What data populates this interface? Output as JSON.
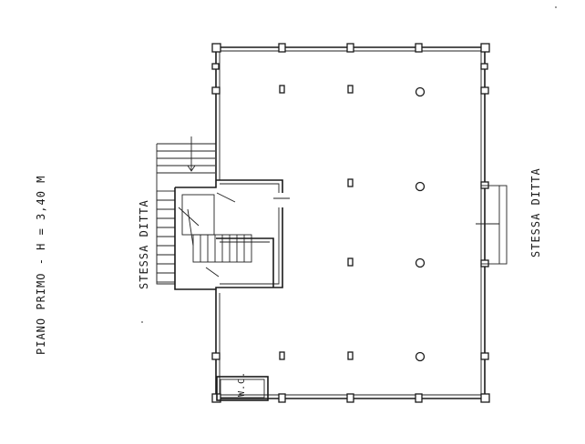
{
  "title": "PIANO PRIMO - H = 3,40 M",
  "label_left": "STESSA DITTA",
  "label_right": "STESSA DITTA",
  "wc_label": "W.C.",
  "ink_color": "#1a1a1a",
  "background": "#ffffff"
}
